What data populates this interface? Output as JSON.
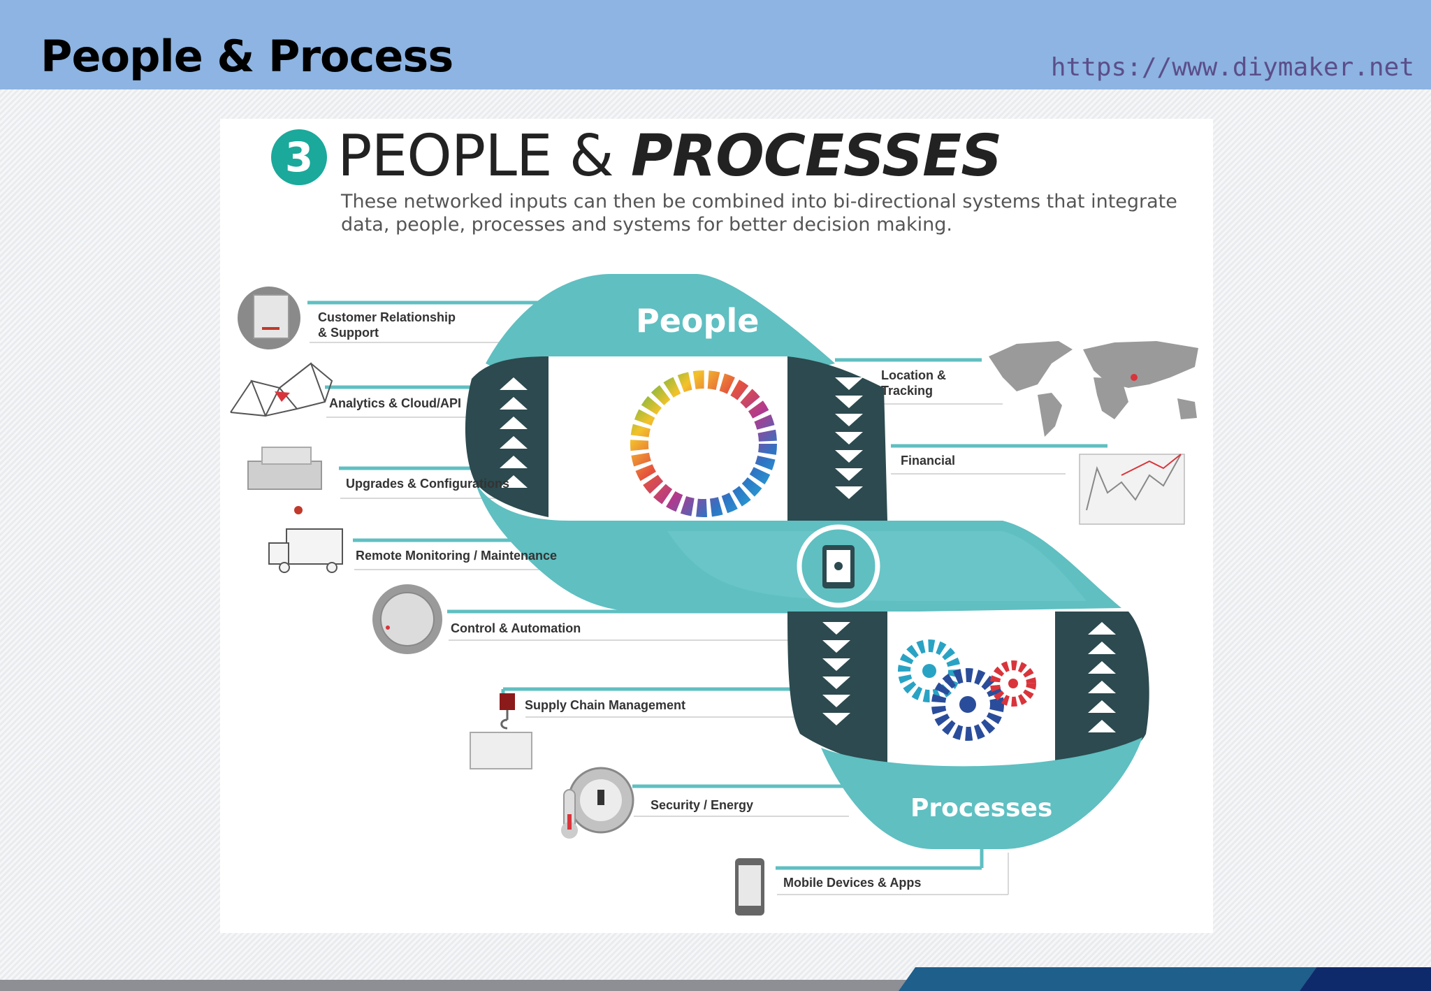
{
  "slide": {
    "title": "People & Process",
    "url": "https://www.diymaker.net"
  },
  "infographic": {
    "number": "3",
    "heading_plain": "PEOPLE &",
    "heading_bold": "PROCESSES",
    "intro": "These networked inputs can then be combined into bi-directional systems that integrate data, people, processes and systems for better decision making.",
    "ribbon_top_label": "People",
    "ribbon_bottom_label": "Processes",
    "left_items": [
      {
        "label": "Customer Relationship\n& Support",
        "icon": "clipboard-icon"
      },
      {
        "label": "Analytics & Cloud/API",
        "icon": "network-mesh-icon"
      },
      {
        "label": "Upgrades & Configurations",
        "icon": "toolbox-icon"
      },
      {
        "label": "Remote Monitoring / Maintenance",
        "icon": "truck-icon"
      },
      {
        "label": "Control & Automation",
        "icon": "dial-knob-icon"
      },
      {
        "label": "Supply Chain Management",
        "icon": "crane-hook-icon"
      },
      {
        "label": "Security / Energy",
        "icon": "lock-dial-icon"
      },
      {
        "label": "Mobile Devices & Apps",
        "icon": "smartphone-icon"
      }
    ],
    "right_items": [
      {
        "label": "Location &\nTracking",
        "icon": "world-map-icon"
      },
      {
        "label": "Financial",
        "icon": "stock-chart-icon"
      }
    ],
    "colors": {
      "teal": "#5fbfc1",
      "dark_teal": "#2c4a4f",
      "badge": "#1aa99b",
      "header": "#8db4e2"
    }
  }
}
